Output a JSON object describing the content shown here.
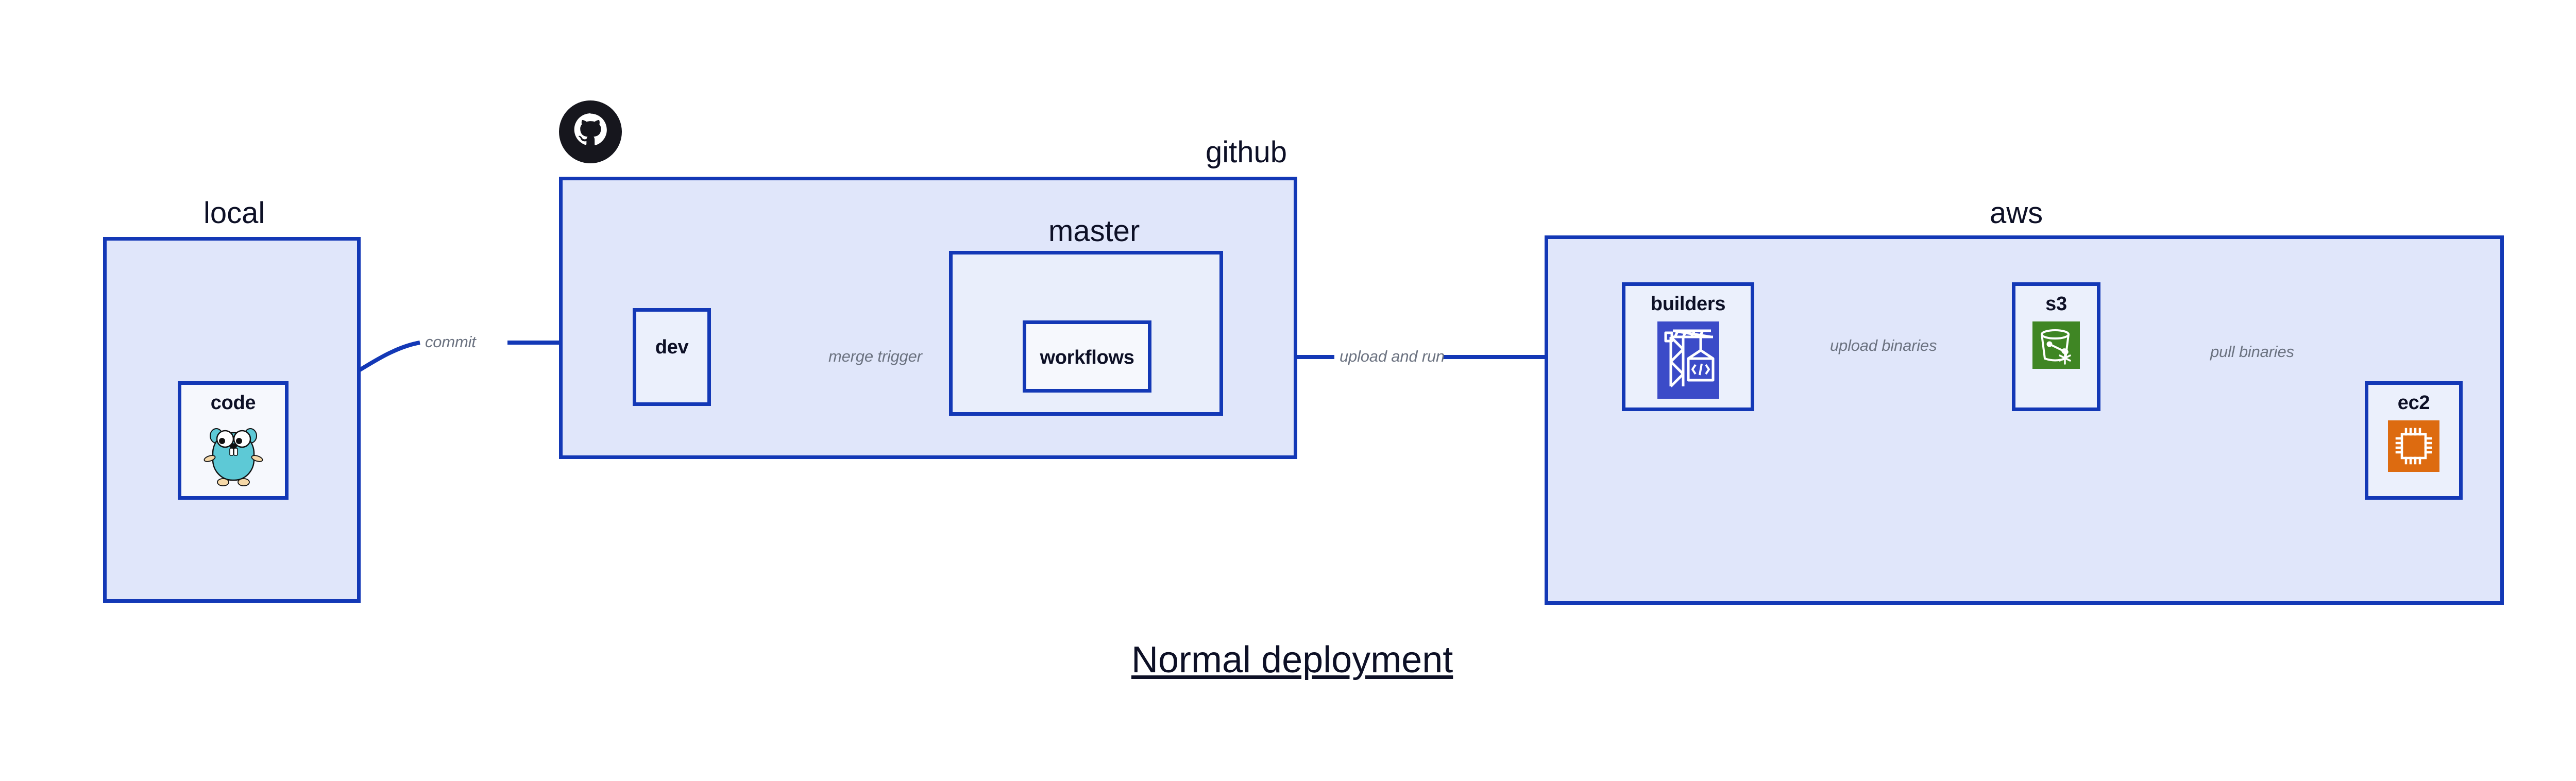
{
  "diagram": {
    "title": "Normal deployment",
    "colors": {
      "group_border": "#1338B6",
      "group_fill": "#E0E6FA",
      "group_fill_nested": "#E9EEFB",
      "node_fill": "#EBF0FC",
      "node_fill_light": "#F6F8FD",
      "arrow": "#1338B6",
      "label_text": "#0D1026",
      "edge_label_text": "#6B7280",
      "builders_icon": "#3B4BC8",
      "s3_icon": "#3F8624",
      "ec2_icon": "#DD6B10",
      "gopher_body": "#5DC9D6",
      "github_logo": "#16161D",
      "page_background": "#FFFFFF"
    },
    "groups": [
      {
        "id": "local",
        "label": "local"
      },
      {
        "id": "github",
        "label": "github"
      },
      {
        "id": "master",
        "label": "master"
      },
      {
        "id": "aws",
        "label": "aws"
      }
    ],
    "nodes": [
      {
        "id": "code",
        "label": "code",
        "icon": "go-gopher-icon",
        "group": "local"
      },
      {
        "id": "dev",
        "label": "dev",
        "icon": null,
        "group": "github"
      },
      {
        "id": "workflows",
        "label": "workflows",
        "icon": null,
        "group": "master"
      },
      {
        "id": "builders",
        "label": "builders",
        "icon": "aws-builders-crane-icon",
        "group": "aws"
      },
      {
        "id": "s3",
        "label": "s3",
        "icon": "aws-s3-bucket-icon",
        "group": "aws"
      },
      {
        "id": "ec2",
        "label": "ec2",
        "icon": "aws-ec2-chip-icon",
        "group": "aws"
      }
    ],
    "edges": [
      {
        "id": "commit",
        "from": "code",
        "to": "dev",
        "label": "commit",
        "style": "curved"
      },
      {
        "id": "merge-trigger",
        "from": "dev",
        "to": "workflows",
        "label": "merge trigger",
        "style": "straight"
      },
      {
        "id": "upload-and-run",
        "from": "workflows",
        "to": "builders",
        "label": "upload and run",
        "style": "straight"
      },
      {
        "id": "upload-binaries",
        "from": "builders",
        "to": "s3",
        "label": "upload binaries",
        "style": "straight"
      },
      {
        "id": "pull-binaries",
        "from": "s3",
        "to": "ec2",
        "label": "pull binaries",
        "style": "curved"
      }
    ],
    "branding": {
      "github_logo_alt": "github-octocat-logo"
    }
  }
}
